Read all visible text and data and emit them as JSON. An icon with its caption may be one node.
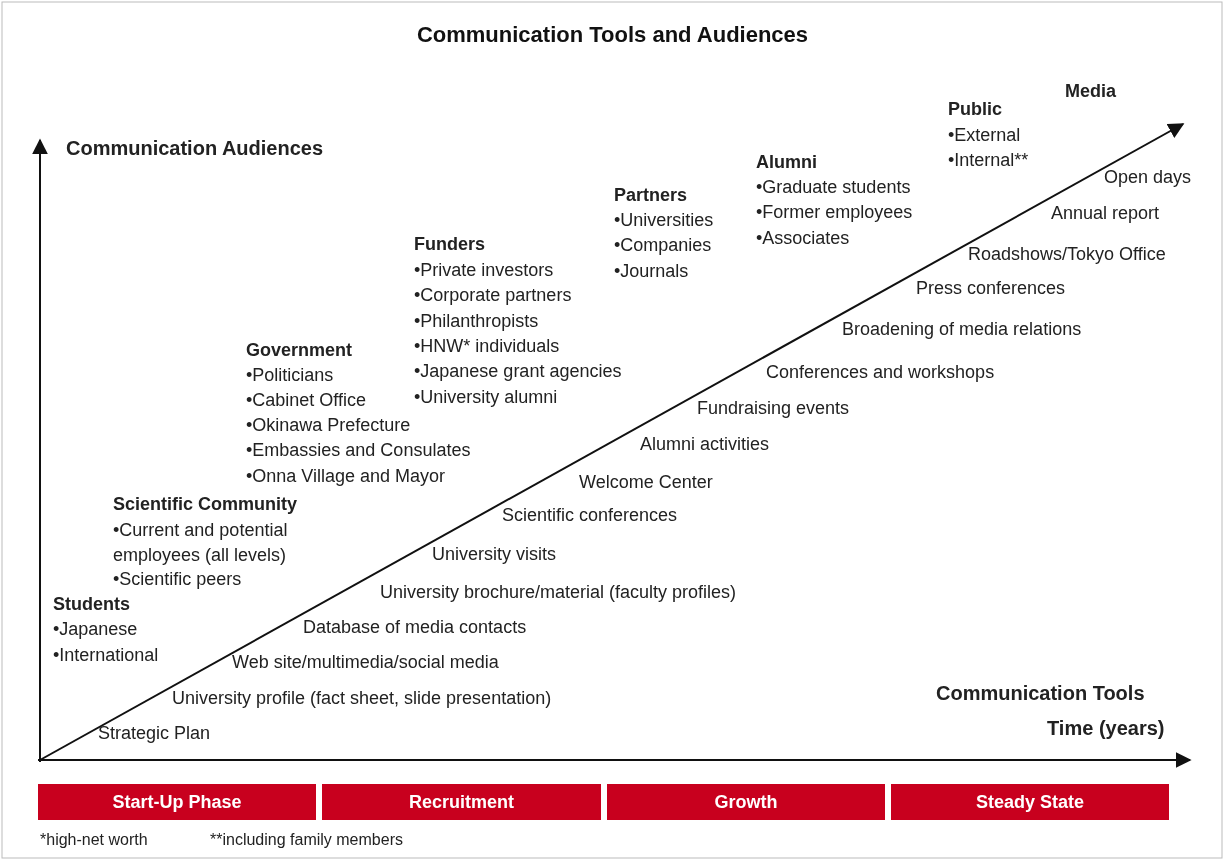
{
  "diagram": {
    "title": "Communication Tools and Audiences",
    "nodes": [
      {
        "text": [
          "Start-Up Phase"
        ]
      },
      {
        "text": [
          "Recruitment"
        ]
      },
      {
        "text": [
          "Growth"
        ]
      },
      {
        "text": [
          "Steady State"
        ]
      }
    ],
    "edges": [],
    "labels": [
      "Communication Audiences",
      "Media",
      "Public",
      "•External",
      "•Internal**",
      "Open days",
      "Alumni",
      "•Graduate students",
      "•Former employees",
      "•Associates",
      "Annual report",
      "Partners",
      "•Universities",
      "•Companies",
      "•Journals",
      "Roadshows/Tokyo Office",
      "Funders",
      "•Private investors",
      "•Corporate partners",
      "•Philanthropists",
      "•HNW* individuals",
      "•Japanese grant agencies",
      "•University alumni",
      "Press conferences",
      "Broadening of media relations",
      "Government",
      "•Politicians",
      "•Cabinet Office",
      "•Okinawa Prefecture",
      "•Embassies and Consulates",
      "•Onna Village and Mayor",
      "Conferences and workshops",
      "Fundraising events",
      "Alumni activities",
      "Welcome Center",
      "Scientific Community",
      "•Current and potential employees (all levels)",
      "•Scientific peers",
      "Scientific conferences",
      "University visits",
      "Students",
      "•Japanese",
      "•International",
      "University brochure/material (faculty profiles)",
      "Database of media contacts",
      "Web site/multimedia/social media",
      "Communication Tools",
      "University profile (fact sheet, slide presentation)",
      "Time (years)",
      "Strategic Plan",
      "*high-net worth",
      "**including family members"
    ]
  }
}
